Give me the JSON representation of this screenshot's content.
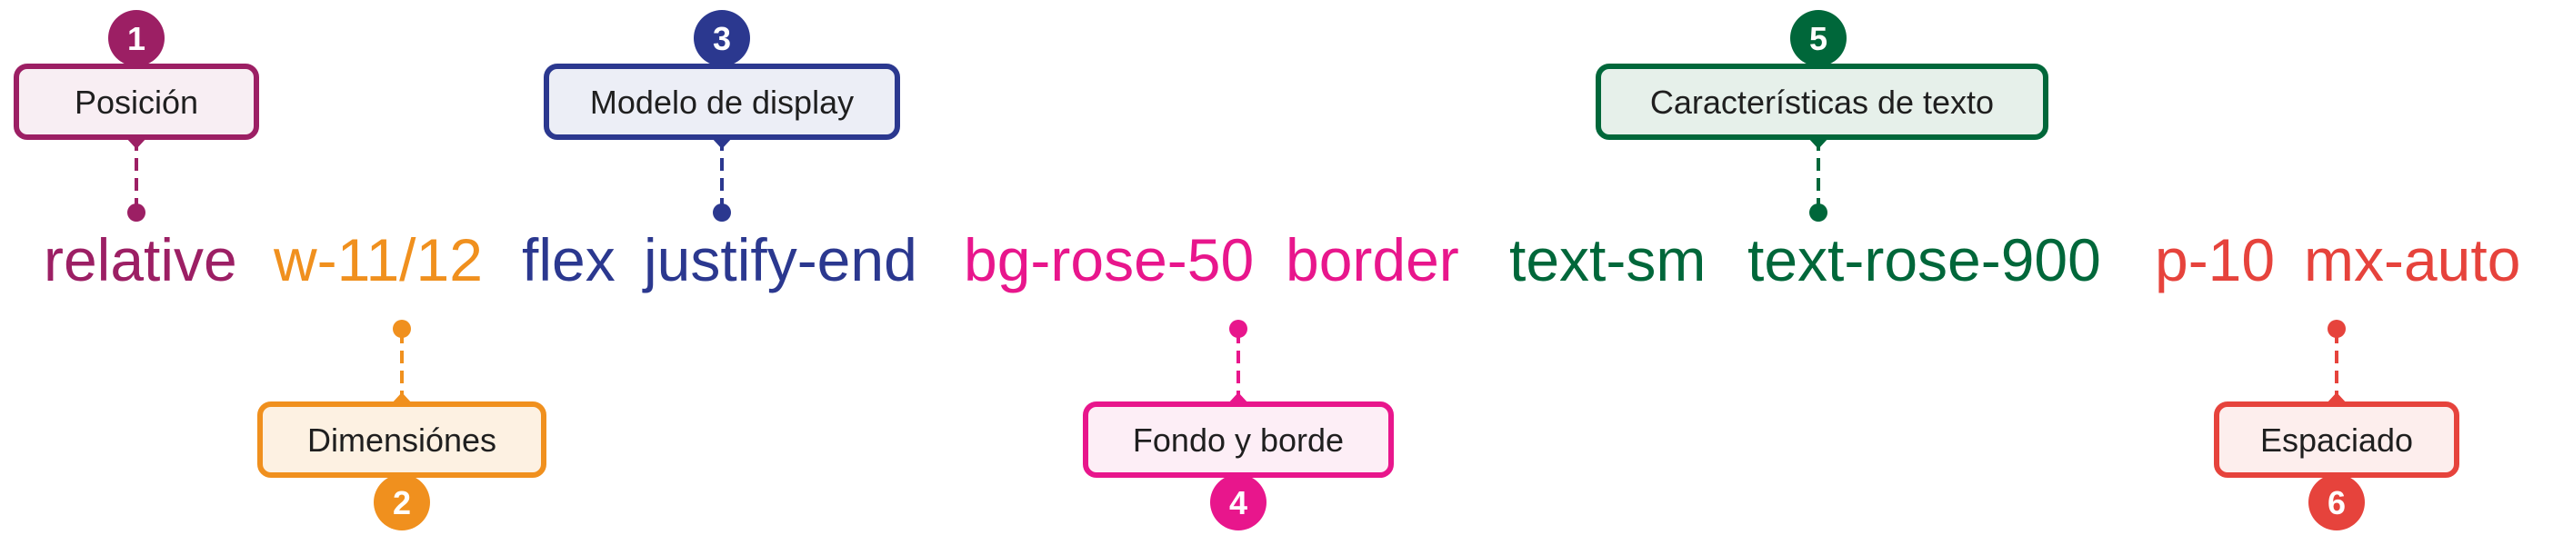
{
  "colors": {
    "posicion": "#9c1f64",
    "dimensiones": "#f0901e",
    "display": "#2b388f",
    "fondo": "#e8168c",
    "texto": "#00673a",
    "espaciado": "#e6433c"
  },
  "code": {
    "w1": "relative",
    "w2": "w-11/12",
    "w3": "flex",
    "w4": "justify-end",
    "w5": "bg-rose-50",
    "w6": "border",
    "w7": "text-sm",
    "w8": "text-rose-900",
    "w9": "p-10",
    "w10": "mx-auto"
  },
  "callouts": {
    "c1": {
      "number": "1",
      "label": "Posición"
    },
    "c2": {
      "number": "2",
      "label": "Dimensiónes"
    },
    "c3": {
      "number": "3",
      "label": "Modelo de display"
    },
    "c4": {
      "number": "4",
      "label": "Fondo y borde"
    },
    "c5": {
      "number": "5",
      "label": "Características de texto"
    },
    "c6": {
      "number": "6",
      "label": "Espaciado"
    }
  }
}
